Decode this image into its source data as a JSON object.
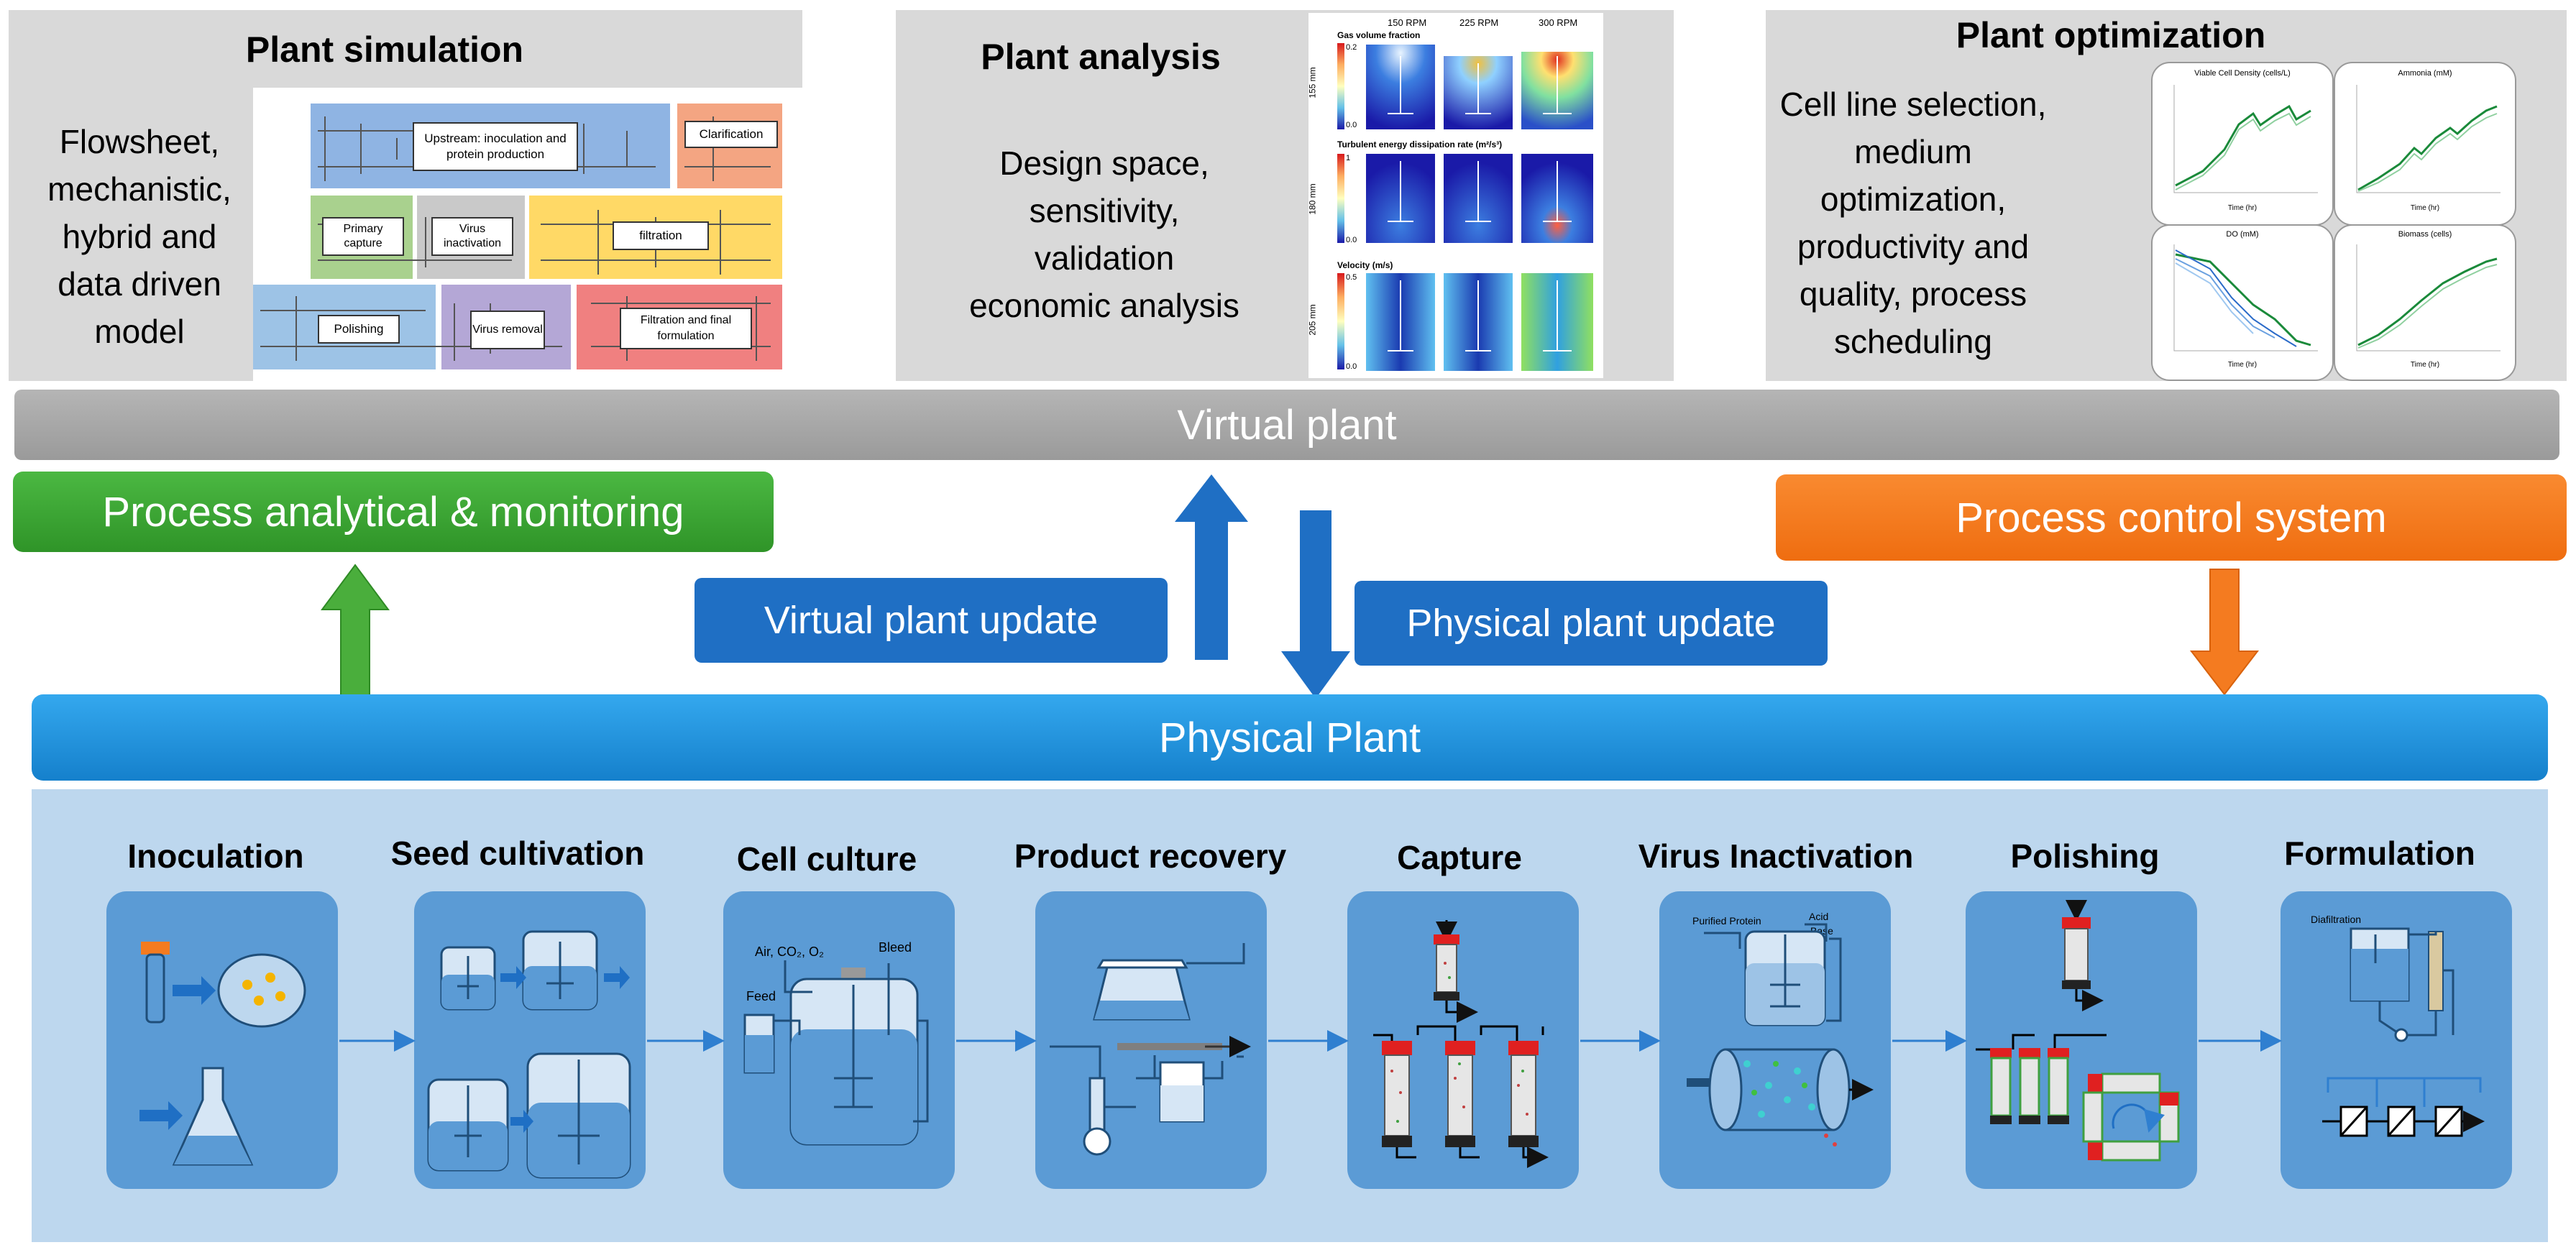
{
  "panels": {
    "simulation": {
      "title": "Plant simulation",
      "description": [
        "Flowsheet,",
        "mechanistic,",
        "hybrid and",
        "data driven",
        "model"
      ],
      "flowsheet_blocks": [
        {
          "label": "Upstream: inoculation and protein production",
          "color": "#8fb4e3"
        },
        {
          "label": "Clarification",
          "color": "#f4a582"
        },
        {
          "label": "Primary capture",
          "color": "#a9d18e"
        },
        {
          "label": "Virus inactivation",
          "color": "#c9c9c9"
        },
        {
          "label": "filtration",
          "color": "#ffd966"
        },
        {
          "label": "Polishing",
          "color": "#9dc3e6"
        },
        {
          "label": "Virus removal",
          "color": "#b4a7d6"
        },
        {
          "label": "Filtration and final formulation",
          "color": "#f08080"
        }
      ]
    },
    "analysis": {
      "title": "Plant analysis",
      "description": [
        "Design space,",
        "sensitivity,",
        "validation",
        "economic analysis"
      ],
      "cfd": {
        "columns": [
          "150 RPM",
          "225 RPM",
          "300 RPM"
        ],
        "rows": [
          "155 mm",
          "180 mm",
          "205 mm"
        ],
        "row_titles": [
          "Gas volume fraction",
          "Turbulent energy dissipation rate (m²/s³)",
          "Velocity (m/s)"
        ],
        "scale_max": [
          "0.2",
          "1",
          "0.5"
        ],
        "scale_min": [
          "0.0",
          "0.0",
          "0.0"
        ]
      }
    },
    "optimization": {
      "title": "Plant optimization",
      "description": [
        "Cell line selection,",
        "medium",
        "optimization,",
        "productivity and",
        "quality, process",
        "scheduling"
      ],
      "plots": [
        {
          "title": "Viable Cell Density (cells/L)",
          "xlabel": "Time (hr)"
        },
        {
          "title": "Ammonia (mM)",
          "xlabel": "Time (hr)"
        },
        {
          "title": "DO (mM)",
          "xlabel": "Time (hr)"
        },
        {
          "title": "Biomass (cells)",
          "xlabel": "Time (hr)"
        }
      ]
    }
  },
  "bars": {
    "virtual_plant": "Virtual plant",
    "physical_plant": "Physical Plant",
    "monitoring": "Process analytical & monitoring",
    "control": "Process control system"
  },
  "updates": {
    "virtual": "Virtual plant update",
    "physical": "Physical plant update"
  },
  "stages": [
    {
      "title": "Inoculation"
    },
    {
      "title": "Seed cultivation"
    },
    {
      "title": "Cell culture",
      "labels": {
        "gas": "Air, CO₂, O₂",
        "bleed": "Bleed",
        "feed": "Feed"
      }
    },
    {
      "title": "Product recovery"
    },
    {
      "title": "Capture"
    },
    {
      "title": "Virus Inactivation",
      "labels": {
        "purified": "Purified Protein",
        "acid": "Acid",
        "base": "Base"
      }
    },
    {
      "title": "Polishing"
    },
    {
      "title": "Formulation",
      "labels": {
        "diafiltration": "Diafiltration"
      }
    }
  ],
  "colors": {
    "panel_bg": "#d9d9d9",
    "virtual_bar": "#a6a6a6",
    "physical_bar": "#1b8fd6",
    "monitoring_bar": "#3faa35",
    "control_bar": "#f47b20",
    "stage_strip": "#bdd7ee",
    "stage_box": "#5b9bd5",
    "update_box": "#1f6fc4"
  }
}
